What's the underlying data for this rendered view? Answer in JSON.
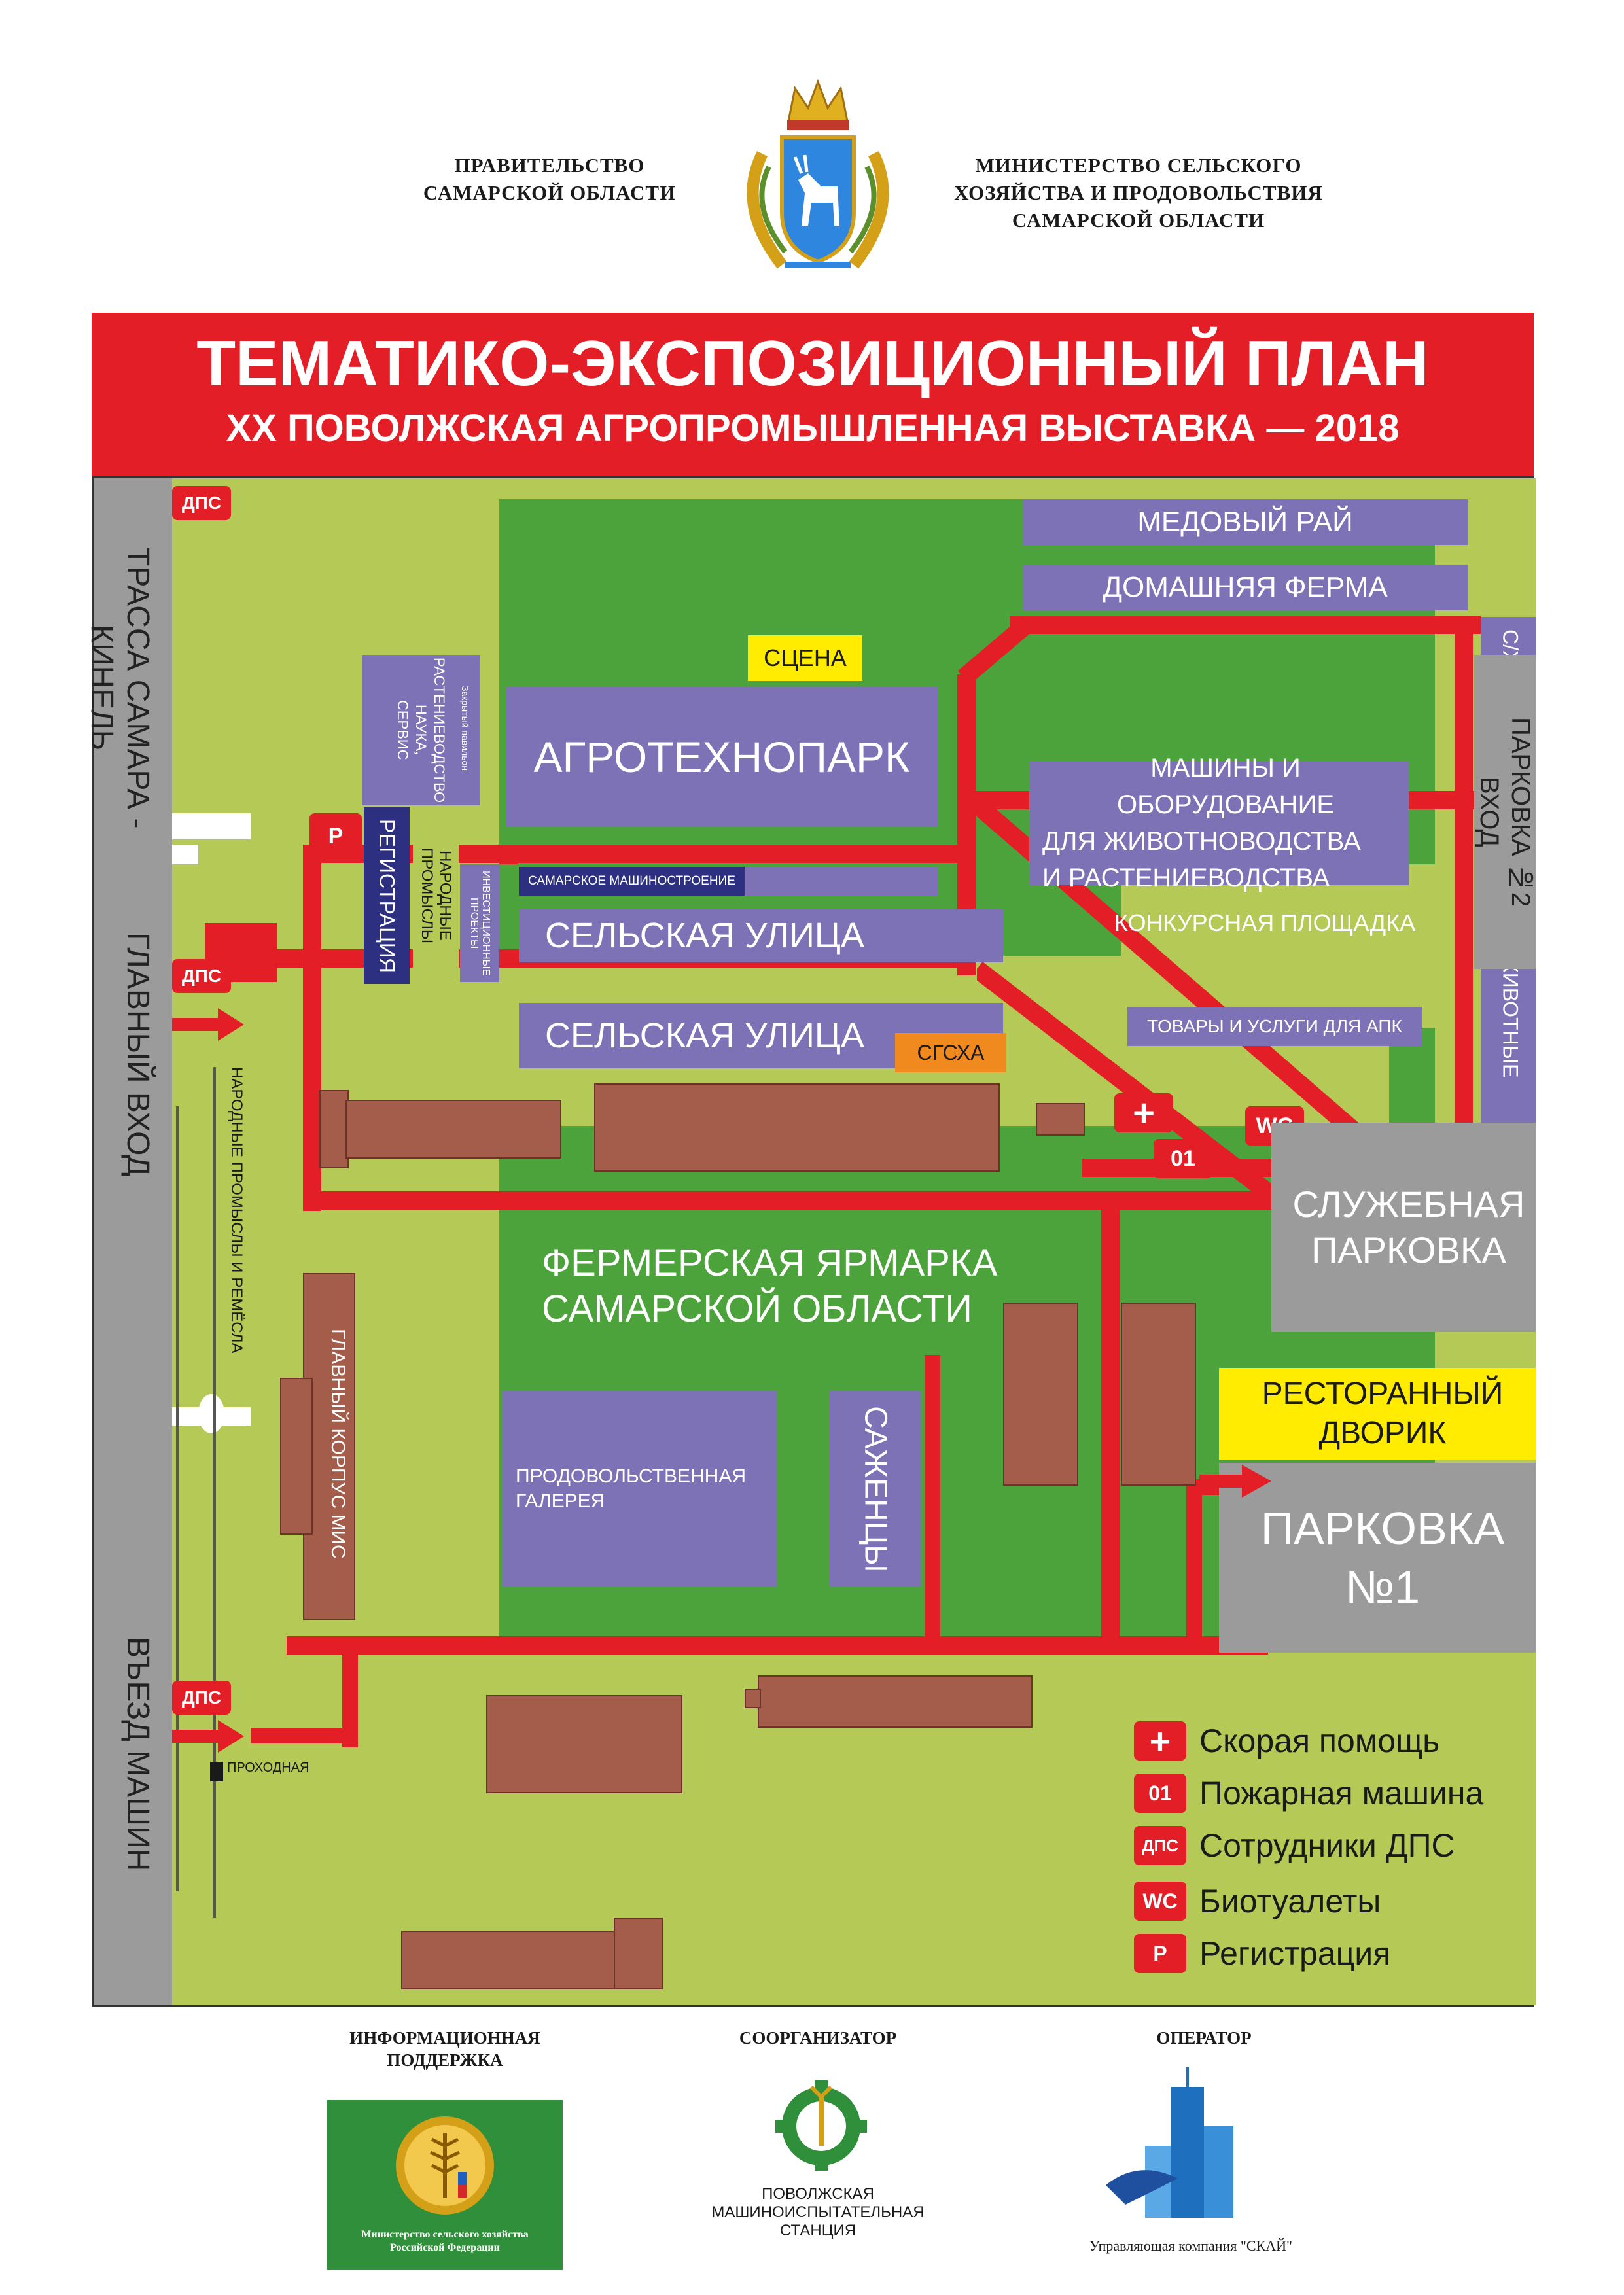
{
  "header": {
    "left": [
      "ПРАВИТЕЛЬСТВО",
      "САМАРСКОЙ ОБЛАСТИ"
    ],
    "right": [
      "МИНИСТЕРСТВО СЕЛЬСКОГО",
      "ХОЗЯЙСТВА И ПРОДОВОЛЬСТВИЯ",
      "САМАРСКОЙ ОБЛАСТИ"
    ],
    "coat_icon": "coat-of-arms-icon"
  },
  "title": {
    "main": "ТЕМАТИКО-ЭКСПОЗИЦИОННЫЙ ПЛАН",
    "sub": "XX ПОВОЛЖСКАЯ АГРОПРОМЫШЛЕННАЯ ВЫСТАВКА — 2018"
  },
  "side": {
    "road": "ТРАССА САМАРА - КИНЕЛЬ",
    "main_entrance": "ГЛАВНЫЙ ВХОД",
    "car_entrance": "ВЪЕЗД МАШИН",
    "parking2": [
      "ПАРКОВКА №2",
      "ВХОД"
    ]
  },
  "zones": {
    "honey": "МЕДОВЫЙ РАЙ",
    "home_farm": "ДОМАШНЯЯ ФЕРМА",
    "stage": "СЦЕНА",
    "agrotechnopark": "АГРОТЕХНОПАРК",
    "pavilion_small": "Закрытый павильон",
    "pavilion_lines": [
      "РАСТЕНИЕВОДСТВО",
      "НАУКА,",
      "СЕРВИС"
    ],
    "registration": "РЕГИСТРАЦИЯ",
    "folk_crafts": "НАРОДНЫЕ ПРОМЫСЛЫ",
    "investment": "ИНВЕСТИЦИОННЫЕ ПРОЕКТЫ",
    "samara_machinery": "САМАРСКОЕ МАШИНОСТРОЕНИЕ",
    "rural_street_1": "СЕЛЬСКАЯ УЛИЦА",
    "rural_street_2": "СЕЛЬСКАЯ УЛИЦА",
    "sgsha": "СГСХА",
    "machines": [
      "МАШИНЫ И ОБОРУДОВАНИЕ",
      "ДЛЯ ЖИВОТНОВОДСТВА",
      "И РАСТЕНИЕВОДСТВА"
    ],
    "contest": "КОНКУРСНАЯ ПЛОЩАДКА",
    "goods": "ТОВАРЫ И УСЛУГИ ДЛЯ АПК",
    "animals_1": "С/Х ЖИВОТНЫЕ",
    "animals_2": "С/Х ЖИВОТНЫЕ",
    "service_parking": [
      "СЛУЖЕБНАЯ",
      "ПАРКОВКА"
    ],
    "farmers_fair": [
      "ФЕРМЕРСКАЯ ЯРМАРКА",
      "САМАРСКОЙ ОБЛАСТИ"
    ],
    "food_gallery": [
      "ПРОДОВОЛЬСТВЕННАЯ",
      "ГАЛЕРЕЯ"
    ],
    "seedlings": "САЖЕНЦЫ",
    "restaurant": [
      "РЕСТОРАННЫЙ",
      "ДВОРИК"
    ],
    "parking1": [
      "ПАРКОВКА",
      "№1"
    ],
    "main_building": "ГЛАВНЫЙ КОРПУС  МИС",
    "folk_crafts_long": "НАРОДНЫЕ ПРОМЫСЛЫ И РЕМЁСЛА",
    "checkpoint": "ПРОХОДНАЯ"
  },
  "badges": {
    "dps": "ДПС",
    "p": "Р",
    "wc": "WC",
    "fire": "01",
    "plus": "+"
  },
  "legend": [
    {
      "badge": "+",
      "label": "Скорая помощь"
    },
    {
      "badge": "01",
      "label": "Пожарная машина"
    },
    {
      "badge": "ДПС",
      "label": "Сотрудники ДПС"
    },
    {
      "badge": "WC",
      "label": "Биотуалеты"
    },
    {
      "badge": "Р",
      "label": "Регистрация"
    }
  ],
  "footer": {
    "info_title": [
      "ИНФОРМАЦИОННАЯ",
      "ПОДДЕРЖКА"
    ],
    "info_logo_text": [
      "Министерство сельского хозяйства",
      "Российской Федерации"
    ],
    "coorg_title": "СООРГАНИЗАТОР",
    "coorg_logo_text": [
      "ПОВОЛЖСКАЯ",
      "МАШИНОИСПЫТАТЕЛЬНАЯ",
      "СТАНЦИЯ"
    ],
    "operator_title": "ОПЕРАТОР",
    "operator_logo_text": "Управляющая компания \"СКАЙ\""
  },
  "colors": {
    "red": "#e31e26",
    "lawn": "#b5c957",
    "green": "#4da33b",
    "purple": "#7d72b5",
    "building": "#a35d4a",
    "gray": "#9b9b9b",
    "yellow": "#ffec00",
    "orange": "#f18a1e"
  }
}
